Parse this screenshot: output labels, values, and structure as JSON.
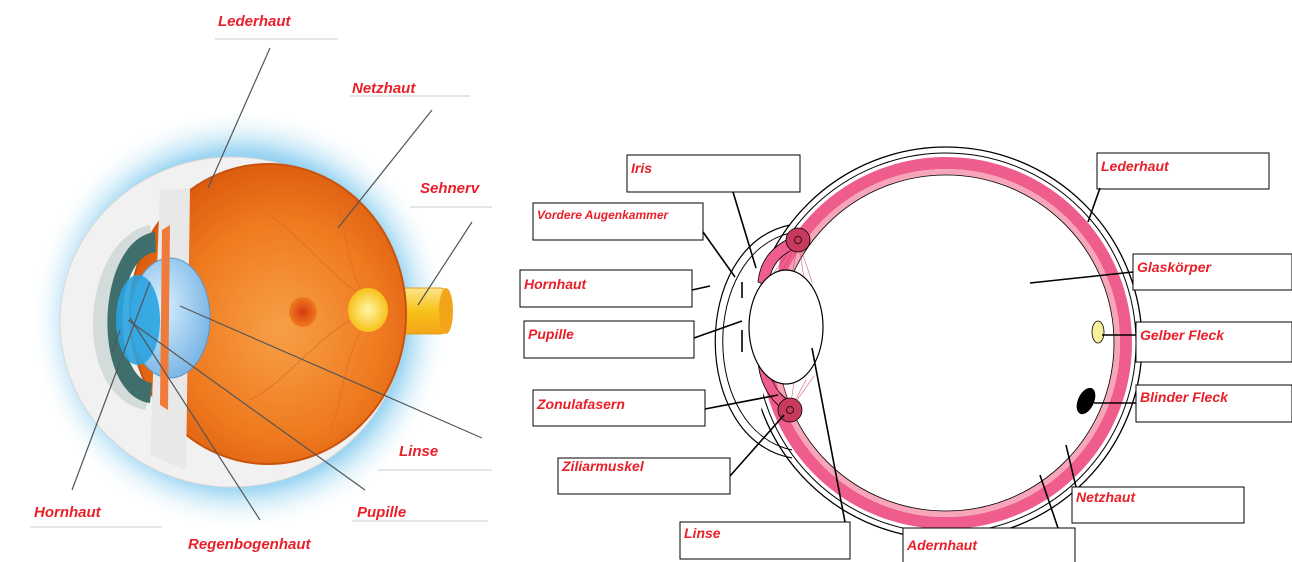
{
  "left_diagram": {
    "labels": {
      "lederhaut": "Lederhaut",
      "netzhaut": "Netzhaut",
      "sehnerv": "Sehnerv",
      "linse": "Linse",
      "pupille": "Pupille",
      "regenbogenhaut": "Regenbogenhaut",
      "hornhaut": "Hornhaut"
    }
  },
  "right_diagram": {
    "labels": {
      "iris": "Iris",
      "vordere_augenkammer": "Vordere Augenkammer",
      "hornhaut": "Hornhaut",
      "pupille": "Pupille",
      "zonulafasern": "Zonulafasern",
      "ziliarmuskel": "Ziliarmuskel",
      "linse": "Linse",
      "adernhaut": "Adernhaut",
      "netzhaut": "Netzhaut",
      "blinder_fleck": "Blinder Fleck",
      "gelber_fleck": "Gelber Fleck",
      "glaskoerper": "Glaskörper",
      "lederhaut": "Lederhaut"
    }
  },
  "colors": {
    "label_red": "#e8202a",
    "glow_blue": "#2aa3e0",
    "retina_orange": "#f07a1a",
    "optic_nerve_yellow": "#f7c21a",
    "iris_teal": "#3f6f6c",
    "pink_band": "#ef5d8c",
    "light_pink_band": "#f6a6b8",
    "muscle_red": "#c73a5e",
    "yellow_spot": "#f6f19c"
  }
}
